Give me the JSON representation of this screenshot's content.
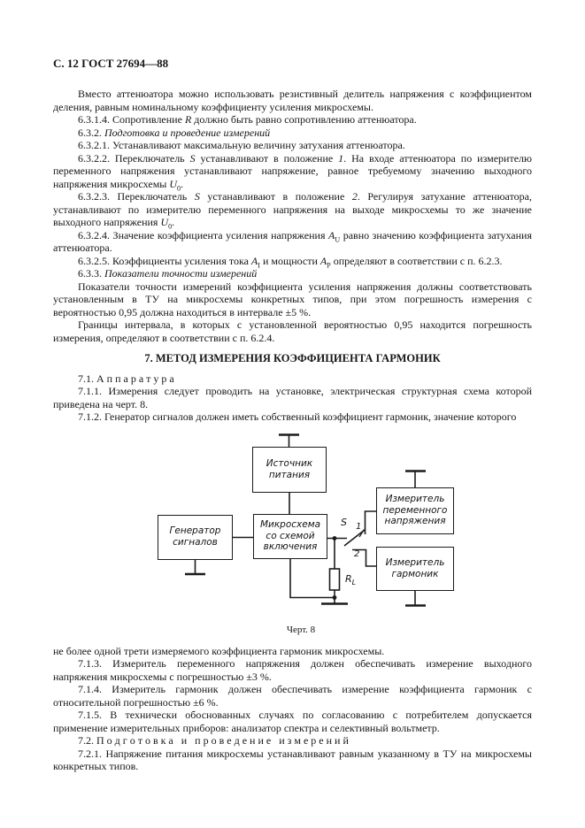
{
  "content": {
    "header": "С. 12 ГОСТ 27694—88",
    "before_figure": [
      {
        "cls": "",
        "runs": [
          {
            "t": "Вместо аттенюатора можно использовать резистивный делитель напряжения с коэффициентом деления, равным номинальному коэффициенту усиления микросхемы."
          }
        ]
      },
      {
        "cls": "",
        "runs": [
          {
            "t": "6.3.1.4. Сопротивление "
          },
          {
            "t": "R",
            "i": 1
          },
          {
            "t": " должно быть равно сопротивлению аттенюатора."
          }
        ]
      },
      {
        "cls": "",
        "runs": [
          {
            "t": "6.3.2. "
          },
          {
            "t": "Подготовка и проведение измерений",
            "i": 1
          }
        ]
      },
      {
        "cls": "",
        "runs": [
          {
            "t": "6.3.2.1. Устанавливают максимальную величину затухания аттенюатора."
          }
        ]
      },
      {
        "cls": "",
        "runs": [
          {
            "t": "6.3.2.2. Переключатель "
          },
          {
            "t": "S",
            "i": 1
          },
          {
            "t": " устанавливают в положение "
          },
          {
            "t": "1",
            "i": 1
          },
          {
            "t": ". На входе аттенюатора по измерителю переменного напряжения устанавливают напряжение, равное требуемому значению выходного напряжения микросхемы "
          },
          {
            "t": "U",
            "i": 1
          },
          {
            "t": "0",
            "sub": 1
          },
          {
            "t": "."
          }
        ]
      },
      {
        "cls": "",
        "runs": [
          {
            "t": "6.3.2.3. Переключатель "
          },
          {
            "t": "S",
            "i": 1
          },
          {
            "t": " устанавливают в положение "
          },
          {
            "t": "2",
            "i": 1
          },
          {
            "t": ". Регулируя затухание аттенюатора, устанавливают по измерителю переменного напряжения на выходе микросхемы то же значение выходного напряжения "
          },
          {
            "t": "U",
            "i": 1
          },
          {
            "t": "0",
            "sub": 1
          },
          {
            "t": "."
          }
        ]
      },
      {
        "cls": "",
        "runs": [
          {
            "t": "6.3.2.4. Значение коэффициента усиления напряжения "
          },
          {
            "t": "A",
            "i": 1
          },
          {
            "t": "U",
            "sub": 1
          },
          {
            "t": " равно значению коэффициента затухания аттенюатора."
          }
        ]
      },
      {
        "cls": "",
        "runs": [
          {
            "t": "6.3.2.5. Коэффициенты усиления тока "
          },
          {
            "t": "A",
            "i": 1
          },
          {
            "t": "I",
            "sub": 1
          },
          {
            "t": " и мощности "
          },
          {
            "t": "A",
            "i": 1
          },
          {
            "t": "P",
            "sub": 1
          },
          {
            "t": " определяют в соответствии с п. 6.2.3."
          }
        ]
      },
      {
        "cls": "",
        "runs": [
          {
            "t": "6.3.3. "
          },
          {
            "t": "Показатели точности измерений",
            "i": 1
          }
        ]
      },
      {
        "cls": "",
        "runs": [
          {
            "t": "Показатели точности измерений коэффициента усиления напряжения должны соответствовать установленным в ТУ на микросхемы конкретных типов, при этом погрешность измерения с вероятностью 0,95 должна находиться в интервале ±5 %."
          }
        ]
      },
      {
        "cls": "",
        "runs": [
          {
            "t": "Границы интервала, в которых с установленной вероятностью 0,95 находится погрешность измерения, определяют в соответствии с п. 6.2.4."
          }
        ]
      },
      {
        "cls": "h",
        "runs": [
          {
            "t": "7. МЕТОД ИЗМЕРЕНИЯ КОЭФФИЦИЕНТА ГАРМОНИК"
          }
        ]
      },
      {
        "cls": "spaced",
        "runs": [
          {
            "t": "7.1. А п п а р а т у р а"
          }
        ]
      },
      {
        "cls": "",
        "runs": [
          {
            "t": "7.1.1. Измерения следует проводить на установке, электрическая структурная схема которой приведена на черт. 8."
          }
        ]
      },
      {
        "cls": "",
        "runs": [
          {
            "t": "7.1.2. Генератор сигналов должен иметь собственный коэффициент гармоник, значение которого"
          }
        ]
      }
    ],
    "after_figure": [
      {
        "cls": "noindent",
        "runs": [
          {
            "t": "не более одной трети измеряемого коэффициента гармоник микросхемы."
          }
        ]
      },
      {
        "cls": "",
        "runs": [
          {
            "t": "7.1.3. Измеритель переменного напряжения должен обеспечивать измерение выходного напряжения микросхемы с погрешностью ±3 %."
          }
        ]
      },
      {
        "cls": "",
        "runs": [
          {
            "t": "7.1.4. Измеритель гармоник должен обеспечивать измерение коэффициента гармоник с относительной погрешностью ±6 %."
          }
        ]
      },
      {
        "cls": "",
        "runs": [
          {
            "t": "7.1.5. В технически обоснованных случаях по согласованию с потребителем допускается применение измерительных приборов: анализатор спектра и селективный вольтметр."
          }
        ]
      },
      {
        "cls": "spaced",
        "runs": [
          {
            "t": "7.2. П о д г о т о в к а   и   п р о в е д е н и е   и з м е р е н и й"
          }
        ]
      },
      {
        "cls": "",
        "runs": [
          {
            "t": "7.2.1. Напряжение питания микросхемы устанавливают равным указанному в ТУ на микросхемы конкретных типов."
          }
        ]
      }
    ]
  },
  "figure": {
    "caption": "Черт. 8",
    "blocks": [
      {
        "label": "Источник\nпитания"
      },
      {
        "label": "Генератор\nсигналов"
      },
      {
        "label": "Микросхема\nсо схемой\nвключения"
      },
      {
        "label": "Измеритель\nпеременного\nнапряжения"
      },
      {
        "label": "Измеритель\nгармоник"
      }
    ],
    "labels": {
      "switch": "S",
      "pos1": "1",
      "pos2": "2",
      "resistor": "R",
      "resistor_sub": "L"
    },
    "line_color": "#1b1b1b"
  }
}
